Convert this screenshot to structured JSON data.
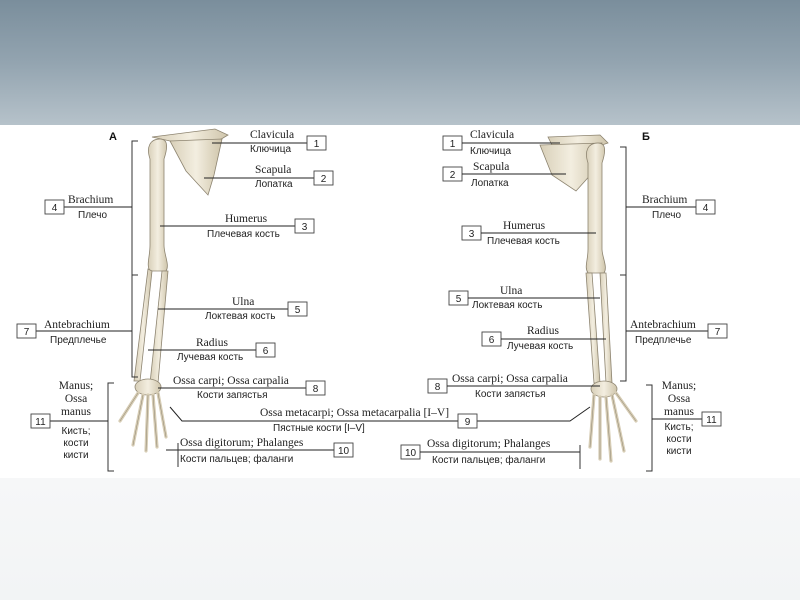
{
  "panels": {
    "left": "А",
    "right": "Б"
  },
  "labels": {
    "clavicula": {
      "lat": "Clavicula",
      "rus": "Ключица",
      "num": "1"
    },
    "scapula": {
      "lat": "Scapula",
      "rus": "Лопатка",
      "num": "2"
    },
    "humerus": {
      "lat": "Humerus",
      "rus": "Плечевая кость",
      "num": "3"
    },
    "brachium": {
      "lat": "Brachium",
      "rus": "Плечо",
      "num": "4"
    },
    "ulna": {
      "lat": "Ulna",
      "rus": "Локтевая кость",
      "num": "5"
    },
    "radius": {
      "lat": "Radius",
      "rus": "Лучевая кость",
      "num": "6"
    },
    "antebrachium": {
      "lat": "Antebrachium",
      "rus": "Предплечье",
      "num": "7"
    },
    "carpi": {
      "lat": "Ossa carpi; Ossa carpalia",
      "rus": "Кости запястья",
      "num": "8"
    },
    "metacarpi": {
      "lat": "Ossa metacarpi; Ossa metacarpalia [I–V]",
      "rus": "Пястные кости [I–V]",
      "num": "9"
    },
    "digitorum": {
      "lat": "Ossa digitorum; Phalanges",
      "rus": "Кости пальцев; фаланги",
      "num": "10"
    },
    "manus": {
      "lat1": "Manus;",
      "lat2": "Ossa",
      "lat3": "manus",
      "rus1": "Кисть;",
      "rus2": "кости",
      "rus3": "кисти",
      "num": "11"
    }
  }
}
